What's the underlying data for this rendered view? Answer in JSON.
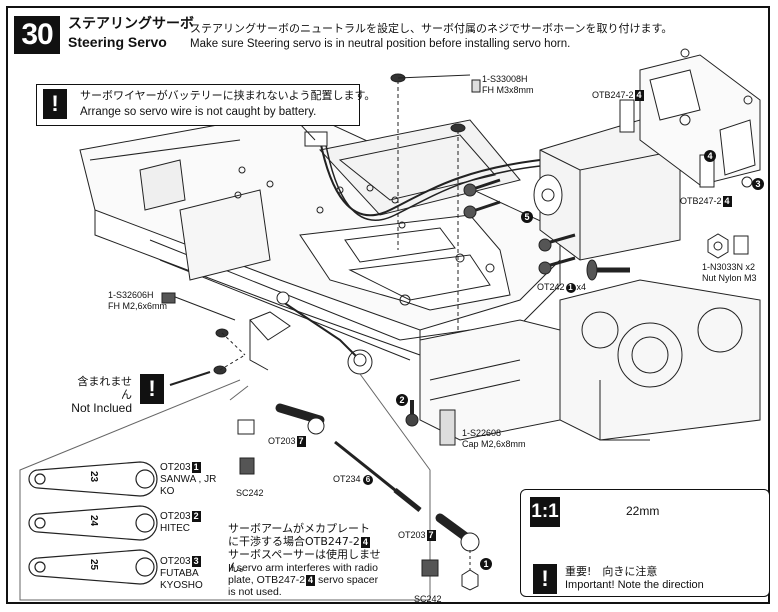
{
  "header": {
    "step_number": "30",
    "title_jp": "ステアリングサーボ",
    "title_en": "Steering Servo",
    "instruction_jp": "ステアリングサーボのニュートラルを設定し、サーボ付属のネジでサーボホーンを取り付けます。",
    "instruction_en": "Make sure Steering servo is in neutral position before installing servo horn."
  },
  "warning": {
    "icon": "exclamation-icon",
    "text_jp": "サーボワイヤーがバッテリーに挟まれないよう配置します。",
    "text_en": "Arrange so servo wire is not caught by battery."
  },
  "parts": {
    "screw_top_id": "1-S33008H",
    "screw_top_desc": "FH M3x8mm",
    "otb_upper": "OTB247-2",
    "otb_upper_badge": "4",
    "otb_lower": "OTB247-2",
    "otb_lower_badge": "4",
    "step_4": "4",
    "step_3": "3",
    "step_5": "5",
    "step_2": "2",
    "step_1": "1",
    "nut_id": "1-N3033N",
    "nut_qty": "x2",
    "nut_desc": "Nut Nylon M3",
    "ot242": "OT242",
    "ot242_circ": "1",
    "ot242_qty": "x4",
    "screw_left_id": "1-S32606H",
    "screw_left_desc": "FH M2,6x6mm",
    "cap_id": "1-S22608",
    "cap_desc": "Cap M2,6x8mm",
    "ot203_mid": "OT203",
    "ot203_mid_badge": "7",
    "sc242_left": "SC242",
    "ot234": "OT234",
    "ot234_circ": "6",
    "ot203_low": "OT203",
    "ot203_low_badge": "7",
    "sc242_low": "SC242"
  },
  "not_included": {
    "jp": "含まれません",
    "en": "Not Inclued"
  },
  "servo_horns": [
    {
      "part": "OT203",
      "badge": "1",
      "number": "23",
      "brands": [
        "SANWA , JR",
        "KO"
      ]
    },
    {
      "part": "OT203",
      "badge": "2",
      "number": "24",
      "brands": [
        "HITEC"
      ]
    },
    {
      "part": "OT203",
      "badge": "3",
      "number": "25",
      "brands": [
        "FUTABA",
        "KYOSHO"
      ]
    }
  ],
  "spacer_note": {
    "jp_line1": "サーボアームがメカプレート",
    "jp_line2": "に干渉する場合OTB247-2",
    "jp_badge": "4",
    "jp_line3": "サーボスペーサーは使用しません。",
    "en_line1": "If servo arm interferes with radio",
    "en_line2a": "plate, OTB247-2",
    "en_badge": "4",
    "en_line2b": " servo spacer",
    "en_line3": "is not used."
  },
  "scale_box": {
    "ratio_label": "1:1",
    "dimension": "22mm",
    "important_jp": "重要!　向きに注意",
    "important_en": "Important! Note the direction"
  }
}
